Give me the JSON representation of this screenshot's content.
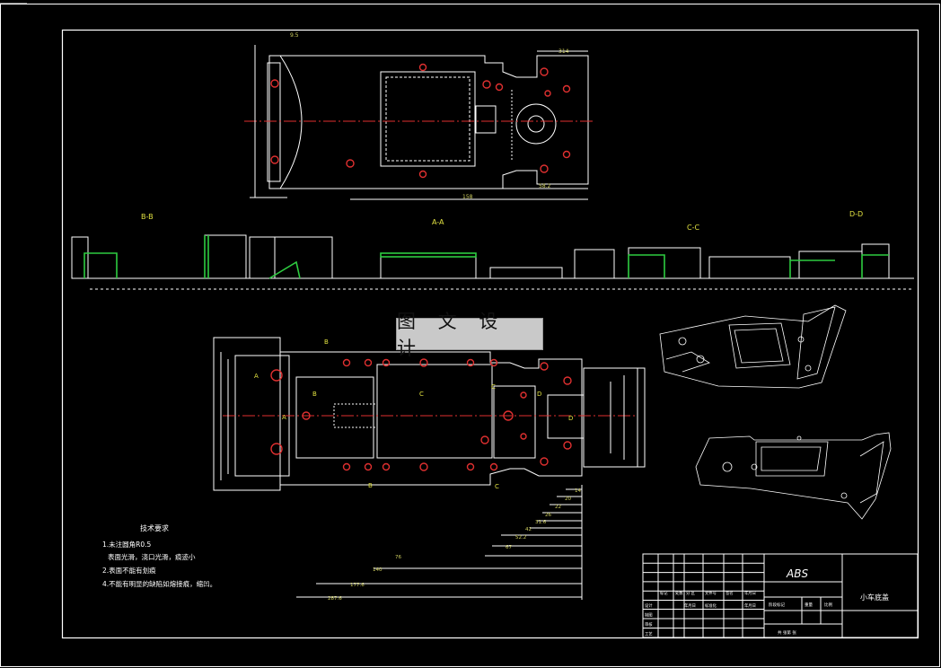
{
  "section_labels": {
    "bb": "B-B",
    "aa": "A-A",
    "cc": "C-C",
    "dd": "D-D"
  },
  "watermark": "图 文 设 计",
  "top_view_dims": {
    "d1": "314",
    "d2": "58.2",
    "d3": "158",
    "d4": "9.5"
  },
  "plan_dims": [
    "14",
    "20",
    "22",
    "26",
    "31.6",
    "42",
    "52.2",
    "67",
    "76",
    "140",
    "177.6",
    "287.6"
  ],
  "tech_req": {
    "title": "技术要求",
    "items": [
      "1.未注圆角R0.5",
      "表面光滑，浇口光滑，痕迹小",
      "2.表面不能有划痕",
      "4.不能有明显的缺陷如熔接痕，缩凹。"
    ]
  },
  "title_block": {
    "material": "ABS",
    "part_name": "小车底盖",
    "cols": [
      "标记",
      "处数",
      "分  区",
      "文件号",
      "签名",
      "年月日"
    ],
    "rows": [
      "设计",
      "制图",
      "审核",
      "工艺"
    ],
    "std": "标准化",
    "date": "年月日",
    "stage": "阶段标记",
    "weight": "重量",
    "scale": "比例",
    "sheets": "共  张第  张"
  }
}
